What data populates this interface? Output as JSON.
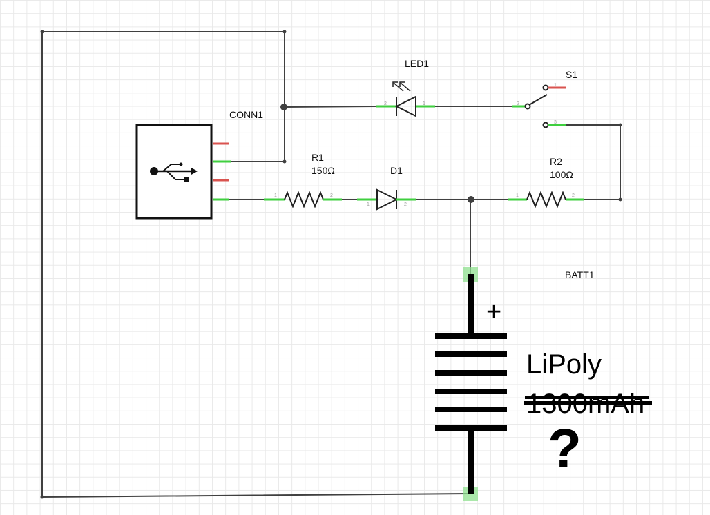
{
  "labels": {
    "conn1": "CONN1",
    "led1": "LED1",
    "s1": "S1",
    "r1": "R1",
    "r1_value": "150Ω",
    "d1": "D1",
    "r2": "R2",
    "r2_value": "100Ω",
    "batt1": "BATT1"
  },
  "pins": {
    "led_pin2": "2",
    "led_pin1": "1",
    "s1_pin1": "1",
    "s1_pin2": "2",
    "s1_pin3": "3",
    "r1_pin1": "1",
    "r1_pin2": "2",
    "d1_pin1": "1",
    "d1_pin2": "2",
    "r2_pin1": "1",
    "r2_pin2": "2"
  },
  "annotations": {
    "plus": "+",
    "chemistry": "LiPoly",
    "capacity_struck": "1300mAh",
    "question": "?"
  },
  "colors": {
    "wire": "#404040",
    "pin_connected": "#3fcf3f",
    "pin_unconnected": "#d9534f",
    "battery_terminal": "#8fe08f"
  },
  "icons": {
    "usb": "usb-icon"
  }
}
